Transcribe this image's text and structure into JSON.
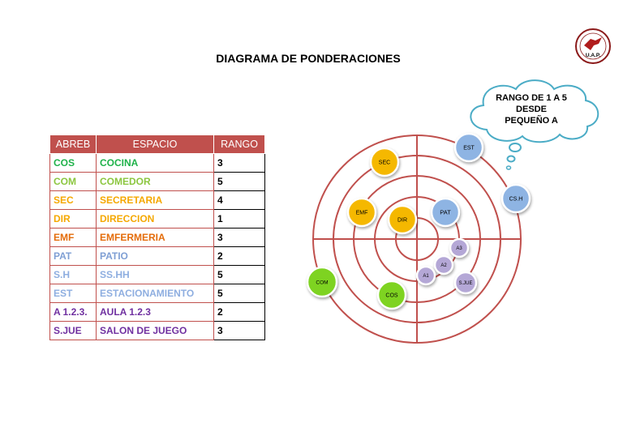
{
  "title": "DIAGRAMA DE PONDERACIONES",
  "logo": {
    "text": "U.A.P.",
    "icon": "uap-seal-icon"
  },
  "callout": {
    "lines": [
      "RANGO DE 1 A 5",
      "DESDE",
      "PEQUEÑO A"
    ]
  },
  "table": {
    "headers": [
      "ABREB",
      "ESPACIO",
      "RANGO"
    ],
    "header_color": "#c0504d",
    "rows": [
      {
        "abrev": "COS",
        "espacio": "COCINA",
        "rango": "3",
        "color": "#1fb24a"
      },
      {
        "abrev": "COM",
        "espacio": "COMEDOR",
        "rango": "5",
        "color": "#8cc63f"
      },
      {
        "abrev": "SEC",
        "espacio": "SECRETARIA",
        "rango": "4",
        "color": "#f5a800"
      },
      {
        "abrev": "DIR",
        "espacio": "DIRECCION",
        "rango": "1",
        "color": "#f5a800"
      },
      {
        "abrev": "EMF",
        "espacio": "EMFERMERIA",
        "rango": "3",
        "color": "#e46c0a"
      },
      {
        "abrev": "PAT",
        "espacio": "PATIO",
        "rango": "2",
        "color": "#7f9fd4"
      },
      {
        "abrev": "S.H",
        "espacio": "SS.HH",
        "rango": "5",
        "color": "#8eaee0"
      },
      {
        "abrev": "EST",
        "espacio": "ESTACIONAMIENTO",
        "rango": "5",
        "color": "#8eaee0"
      },
      {
        "abrev": "A 1.2.3.",
        "espacio": "AULA 1.2.3",
        "rango": "2",
        "color": "#7030a0"
      },
      {
        "abrev": "S.JUE",
        "espacio": "SALON DE  JUEGO",
        "rango": "3",
        "color": "#7030a0"
      }
    ]
  },
  "rings_color": "#c0504d",
  "nodes": [
    {
      "label": "EST",
      "fill": "#8eb4e3"
    },
    {
      "label": "CS.H",
      "fill": "#8eb4e3"
    },
    {
      "label": "SEC",
      "fill": "#f5b800"
    },
    {
      "label": "EMF",
      "fill": "#f5b800"
    },
    {
      "label": "DIR",
      "fill": "#f5b800"
    },
    {
      "label": "PAT",
      "fill": "#8eb4e3"
    },
    {
      "label": "A3",
      "fill": "#b4a7d6"
    },
    {
      "label": "A2",
      "fill": "#b4a7d6"
    },
    {
      "label": "A1",
      "fill": "#b4a7d6"
    },
    {
      "label": "S.JUE",
      "fill": "#b4a7d6"
    },
    {
      "label": "COM",
      "fill": "#7ed321"
    },
    {
      "label": "COS",
      "fill": "#7ed321"
    }
  ]
}
